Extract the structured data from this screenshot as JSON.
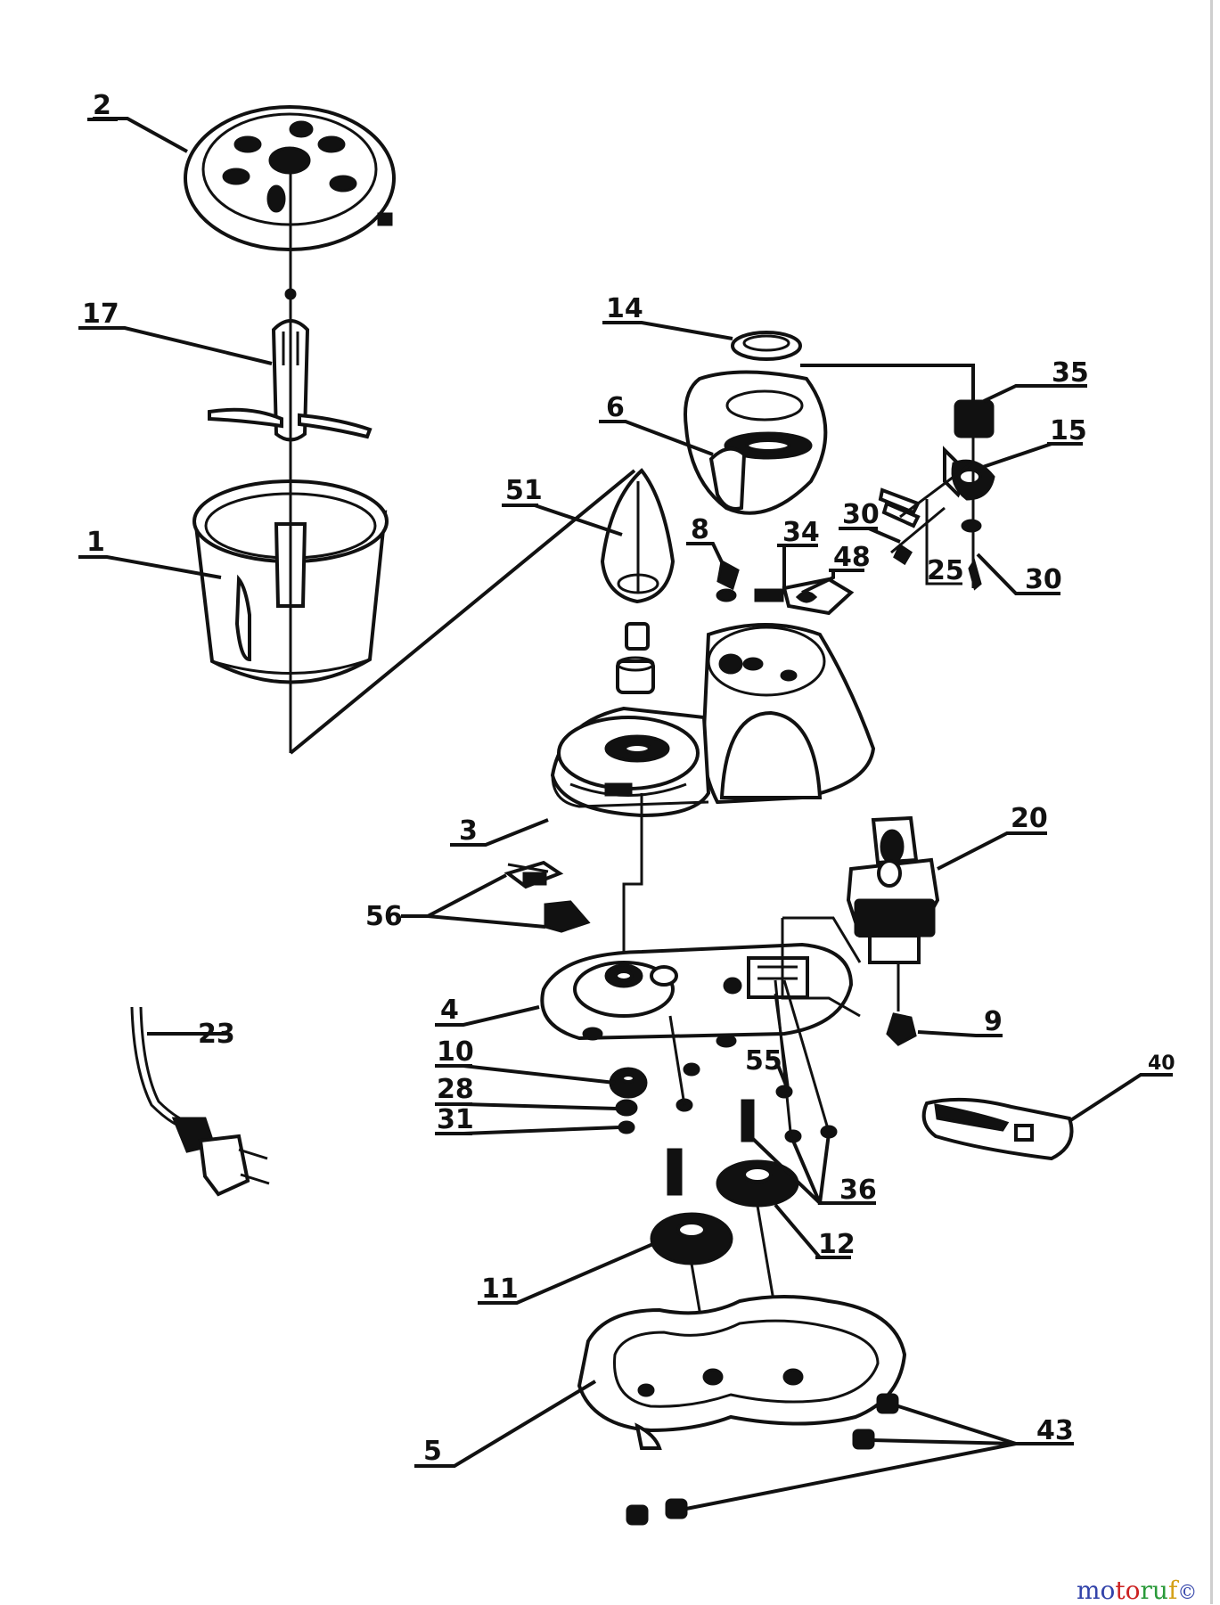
{
  "diagram": {
    "callouts": [
      {
        "id": "p2",
        "label": "2"
      },
      {
        "id": "p17",
        "label": "17"
      },
      {
        "id": "p1",
        "label": "1"
      },
      {
        "id": "p14",
        "label": "14"
      },
      {
        "id": "p35",
        "label": "35"
      },
      {
        "id": "p6",
        "label": "6"
      },
      {
        "id": "p15",
        "label": "15"
      },
      {
        "id": "p51",
        "label": "51"
      },
      {
        "id": "p30a",
        "label": "30"
      },
      {
        "id": "p8",
        "label": "8"
      },
      {
        "id": "p34",
        "label": "34"
      },
      {
        "id": "p48",
        "label": "48"
      },
      {
        "id": "p25",
        "label": "25"
      },
      {
        "id": "p30b",
        "label": "30"
      },
      {
        "id": "p3",
        "label": "3"
      },
      {
        "id": "p20",
        "label": "20"
      },
      {
        "id": "p56",
        "label": "56"
      },
      {
        "id": "p23",
        "label": "23"
      },
      {
        "id": "p4",
        "label": "4"
      },
      {
        "id": "p9",
        "label": "9"
      },
      {
        "id": "p10",
        "label": "10"
      },
      {
        "id": "p55",
        "label": "55"
      },
      {
        "id": "p40",
        "label": "40"
      },
      {
        "id": "p28",
        "label": "28"
      },
      {
        "id": "p31",
        "label": "31"
      },
      {
        "id": "p36",
        "label": "36"
      },
      {
        "id": "p12",
        "label": "12"
      },
      {
        "id": "p11",
        "label": "11"
      },
      {
        "id": "p5",
        "label": "5"
      },
      {
        "id": "p43",
        "label": "43"
      }
    ]
  },
  "watermark": {
    "brand": "motoruf",
    "symbol": "©"
  }
}
